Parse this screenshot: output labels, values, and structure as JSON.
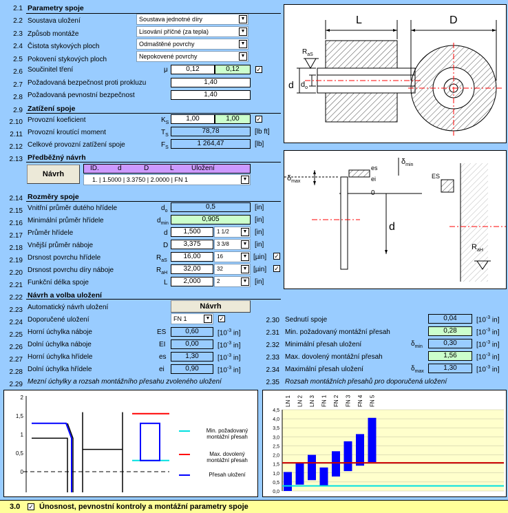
{
  "sections": {
    "s21": {
      "num": "2.1",
      "label": "Parametry spoje"
    },
    "s29": {
      "num": "2.9",
      "label": "Zatížení spoje"
    },
    "s213": {
      "num": "2.13",
      "label": "Předběžný návrh"
    },
    "s214": {
      "num": "2.14",
      "label": "Rozměry spoje"
    },
    "s222": {
      "num": "2.22",
      "label": "Návrh a volba uložení"
    }
  },
  "params": {
    "r22": {
      "num": "2.2",
      "label": "Soustava uložení",
      "value": "Soustava jednotné díry"
    },
    "r23": {
      "num": "2.3",
      "label": "Způsob montáže",
      "value": "Lisování příčné (za tepla)"
    },
    "r24": {
      "num": "2.4",
      "label": "Čistota stykových ploch",
      "value": "Odmaštěné povrchy"
    },
    "r25": {
      "num": "2.5",
      "label": "Pokovení stykových ploch",
      "value": "Nepokovené povrchy"
    },
    "r26": {
      "num": "2.6",
      "label": "Součinitel tření",
      "sym": "μ",
      "value": "0,12",
      "value2": "0,12"
    },
    "r27": {
      "num": "2.7",
      "label": "Požadovaná bezpečnost proti prokluzu",
      "value": "1,40"
    },
    "r28": {
      "num": "2.8",
      "label": "Požadovaná pevnostní bezpečnost",
      "value": "1,40"
    }
  },
  "load": {
    "r210": {
      "num": "2.10",
      "label": "Provozní koeficient",
      "sym": "K",
      "sub": "S",
      "value": "1,00",
      "value2": "1,00"
    },
    "r211": {
      "num": "2.11",
      "label": "Provozní kroutící moment",
      "sym": "T",
      "sub": "S",
      "value": "78,78",
      "unit": "[lb ft]"
    },
    "r212": {
      "num": "2.12",
      "label": "Celkové provozní zatížení spoje",
      "sym": "F",
      "sub": "S",
      "value": "1 264,47",
      "unit": "[lb]"
    }
  },
  "prelim": {
    "button": "Návrh",
    "headers": [
      "ID.",
      "d",
      "D",
      "L",
      "Uložení"
    ],
    "row": "1.  |  1.5000  |  3.3750  |  2.0000  |  FN 1"
  },
  "dims": {
    "r215": {
      "num": "2.15",
      "label": "Vnitřní průměr dutého hřídele",
      "sym": "d",
      "sub": "o",
      "value": "0,5",
      "unit": "[in]"
    },
    "r216": {
      "num": "2.16",
      "label": "Minimální průměr hřídele",
      "sym": "d",
      "sub": "min",
      "value": "0,905",
      "unit": "[in]"
    },
    "r217": {
      "num": "2.17",
      "label": "Průměr hřídele",
      "sym": "d",
      "value": "1,500",
      "sel": "1 1/2",
      "unit": "[in]"
    },
    "r218": {
      "num": "2.18",
      "label": "Vnější průměr náboje",
      "sym": "D",
      "value": "3,375",
      "sel": "3 3/8",
      "unit": "[in]"
    },
    "r219": {
      "num": "2.19",
      "label": "Drsnost povrchu hřídele",
      "sym": "R",
      "sub": "aS",
      "value": "16,00",
      "sel": "16",
      "unit": "[µin]"
    },
    "r220": {
      "num": "2.20",
      "label": "Drsnost povrchu díry náboje",
      "sym": "R",
      "sub": "aH",
      "value": "32,00",
      "sel": "32",
      "unit": "[µin]"
    },
    "r221": {
      "num": "2.21",
      "label": "Funkční délka spoje",
      "sym": "L",
      "value": "2,000",
      "sel": "2",
      "unit": "[in]"
    }
  },
  "fit": {
    "r223": {
      "num": "2.23",
      "label": "Automatický návrh uložení",
      "button": "Návrh"
    },
    "r224": {
      "num": "2.24",
      "label": "Doporučené uložení",
      "sel": "FN 1"
    },
    "r225": {
      "num": "2.25",
      "label": "Horní úchylka náboje",
      "sym": "ES",
      "value": "0,60",
      "unit": "[10",
      "unitexp": "-3",
      "unitend": " in]"
    },
    "r226": {
      "num": "2.26",
      "label": "Dolní úchylka náboje",
      "sym": "EI",
      "value": "0,00",
      "unit": "[10",
      "unitexp": "-3",
      "unitend": " in]"
    },
    "r227": {
      "num": "2.27",
      "label": "Horní úchylka hřídele",
      "sym": "es",
      "value": "1,30",
      "unit": "[10",
      "unitexp": "-3",
      "unitend": " in]"
    },
    "r228": {
      "num": "2.28",
      "label": "Dolní úchylka hřídele",
      "sym": "ei",
      "value": "0,90",
      "unit": "[10",
      "unitexp": "-3",
      "unitend": " in]"
    },
    "r230": {
      "num": "2.30",
      "label": "Sednutí spoje",
      "value": "0,04",
      "unit": "[10",
      "unitexp": "-3",
      "unitend": " in]"
    },
    "r231": {
      "num": "2.31",
      "label": "Min. požadovaný montážní přesah",
      "value": "0,28",
      "unit": "[10",
      "unitexp": "-3",
      "unitend": " in]"
    },
    "r232": {
      "num": "2.32",
      "label": "Minimální přesah uložení",
      "sym": "δ",
      "sub": "min",
      "value": "0,30",
      "unit": "[10",
      "unitexp": "-3",
      "unitend": " in]"
    },
    "r233": {
      "num": "2.33",
      "label": "Max. dovolený montážní přesah",
      "value": "1,56",
      "unit": "[10",
      "unitexp": "-3",
      "unitend": " in]"
    },
    "r234": {
      "num": "2.34",
      "label": "Maximální přesah uložení",
      "sym": "δ",
      "sub": "max",
      "value": "1,30",
      "unit": "[10",
      "unitexp": "-3",
      "unitend": " in]"
    }
  },
  "charts": {
    "c229": {
      "num": "2.29",
      "title": "Mezní úchylky a rozsah montážního přesahu zvoleného uložení"
    },
    "c235": {
      "num": "2.35",
      "title": "Rozsah montážních přesahů pro doporučená uložení"
    }
  },
  "legend": {
    "min": "Min. požadovaný montážní přesah",
    "max": "Max. dovolený montážní přesah",
    "pre": "Přesah uložení"
  },
  "drawing1": {
    "L": "L",
    "D": "D",
    "d": "d",
    "do": "d",
    "do_sub": "o",
    "Ras": "R",
    "Ras_sub": "aS"
  },
  "drawing2": {
    "es": "es",
    "ei": "ei",
    "ES": "ES",
    "dmin": "δ",
    "dmin_sub": "min",
    "dmax": "δ",
    "dmax_sub": "max",
    "zero": "0",
    "d": "d",
    "Rah": "R",
    "Rah_sub": "aH"
  },
  "footer": {
    "num": "3.0",
    "label": "Únosnost, pevnostní kontroly a montážní parametry spoje"
  },
  "chart_data": [
    {
      "type": "line",
      "title": "",
      "ylim": [
        -0.25,
        2
      ],
      "yticks": [
        "2",
        "1,5",
        "1",
        "0,5",
        "0"
      ],
      "colors": {
        "min": "#00e0e0",
        "max": "#ff0000",
        "pre": "#0000ff"
      }
    },
    {
      "type": "bar",
      "categories": [
        "LN 1",
        "LN 2",
        "LN 3",
        "FN 1",
        "FN 2",
        "FN 3",
        "FN 4",
        "FN 5"
      ],
      "ranges": [
        [
          0,
          1.05
        ],
        [
          0.35,
          1.55
        ],
        [
          0.6,
          2.0
        ],
        [
          0.3,
          1.3
        ],
        [
          0.8,
          2.2
        ],
        [
          1.1,
          2.75
        ],
        [
          1.4,
          3.15
        ],
        [
          1.6,
          4.05
        ]
      ],
      "min_line": 0.28,
      "max_line": 1.56,
      "ylim": [
        0,
        4.5
      ],
      "yticks": [
        "4,5",
        "4,0",
        "3,5",
        "3,0",
        "2,5",
        "2,0",
        "1,5",
        "1,0",
        "0,5",
        "0,0"
      ]
    }
  ]
}
